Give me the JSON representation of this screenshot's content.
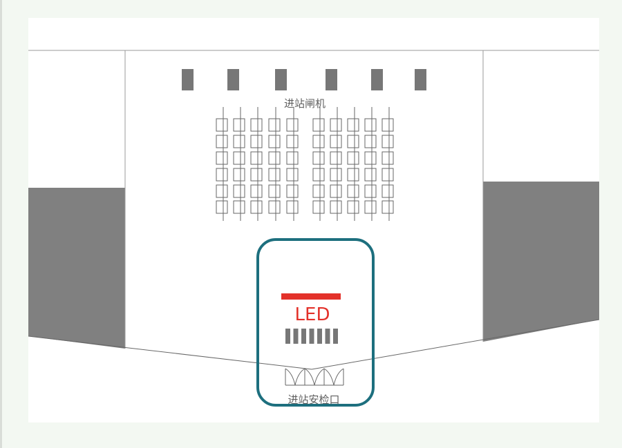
{
  "labels": {
    "gate_label": "进站闸机",
    "led_label": "LED",
    "security_label": "进站安检口"
  },
  "colors": {
    "background": "#f3f8f2",
    "plan": "#ffffff",
    "wall_gray": "#808080",
    "gate_block": "#777777",
    "led_bar": "#e3312a",
    "highlight": "#1d6f7e",
    "turnstile_line": "#666666"
  },
  "layout_counts": {
    "top_blocks": 6,
    "gate_columns": 10,
    "gate_rows": 6,
    "security_bars": 7,
    "security_doors": 3
  },
  "icons": {
    "turnstile": "turnstile-cell-icon",
    "door": "swing-door-icon"
  }
}
